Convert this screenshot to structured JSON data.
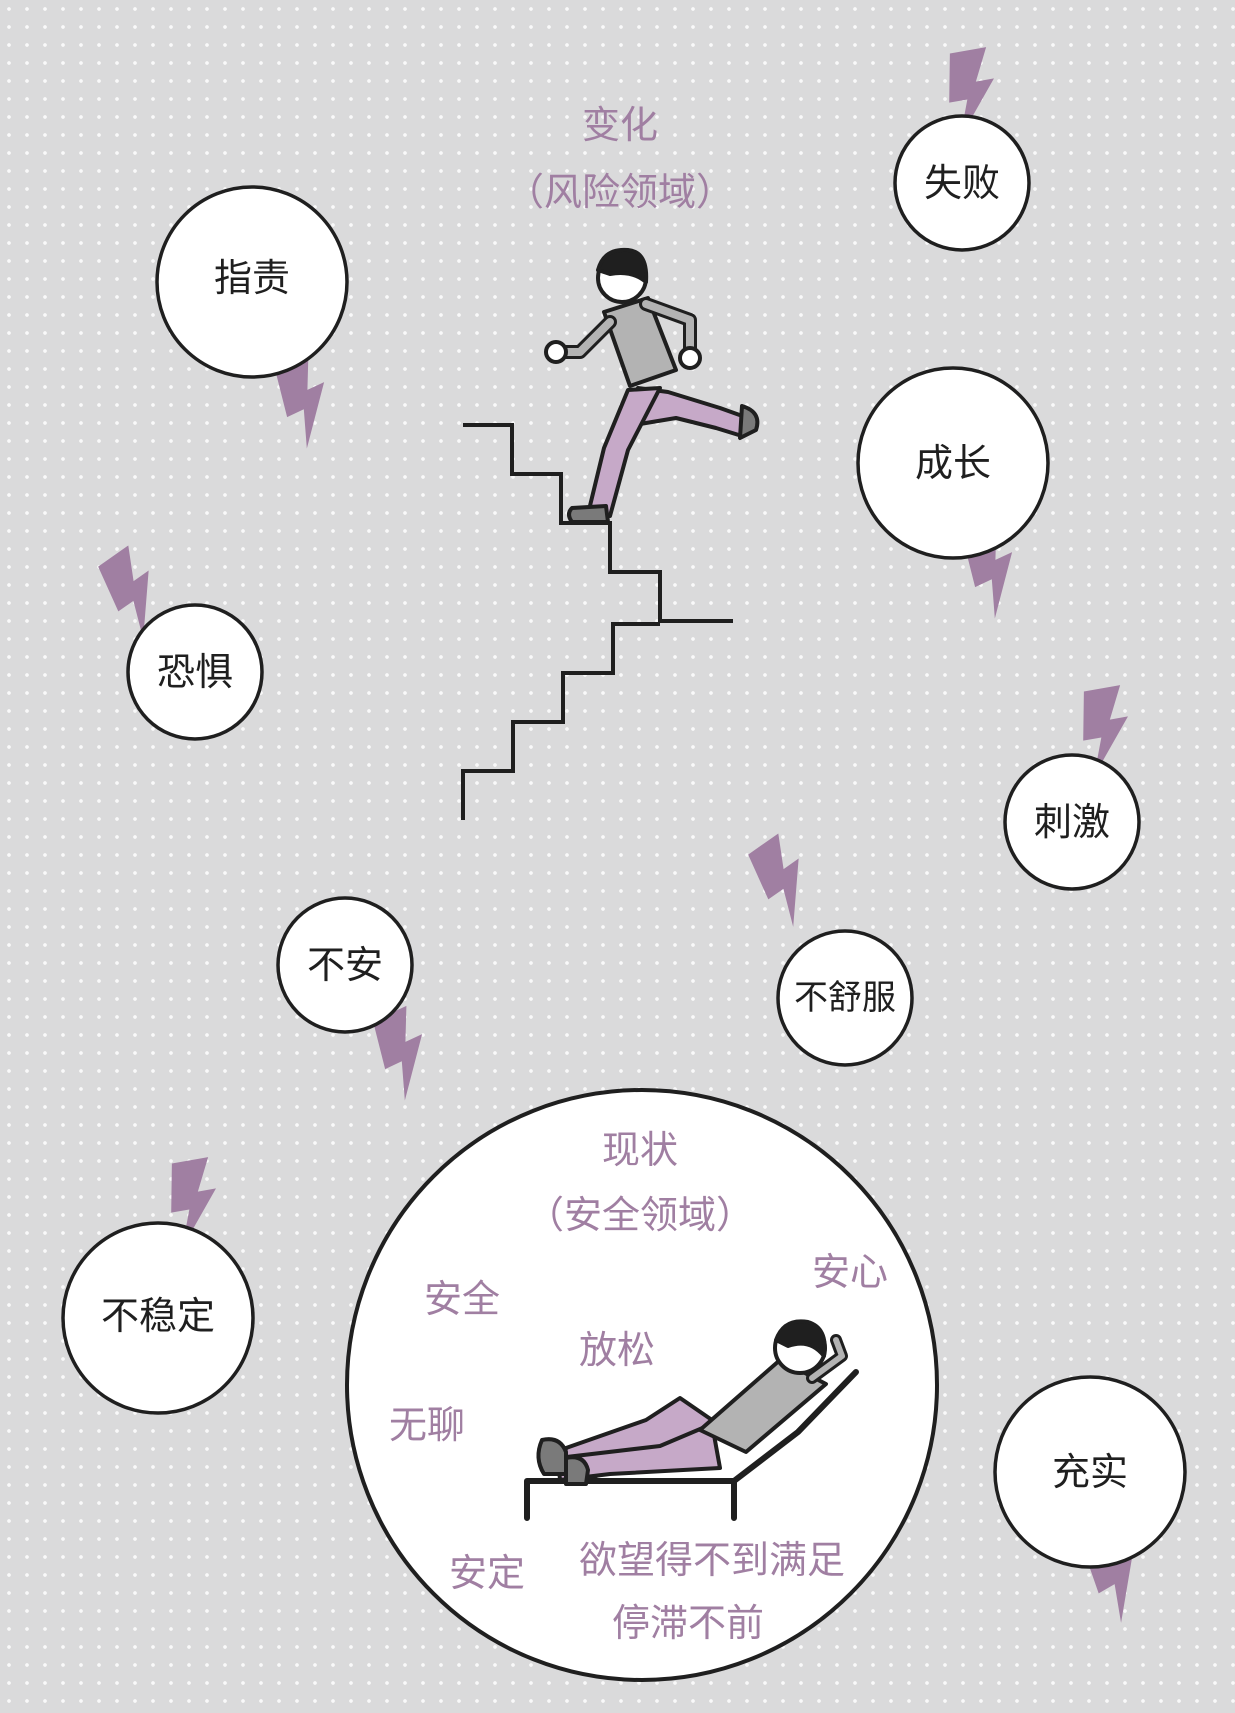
{
  "colors": {
    "background": "#dadadb",
    "accent": "#a07fa2",
    "bolt": "#a07fa2",
    "outline": "#1f1f1f",
    "shirt": "#b3b3b3",
    "pants": "#c6a9c8",
    "bubble_fill": "#ffffff"
  },
  "risk_zone": {
    "title": "变化",
    "subtitle": "（风险领域）"
  },
  "bubbles": {
    "blame": "指责",
    "failure": "失败",
    "growth": "成长",
    "fear": "恐惧",
    "excitement": "刺激",
    "anxiety": "不安",
    "discomfort": "不舒服",
    "instability": "不稳定",
    "fulfillment": "充实"
  },
  "safe_zone": {
    "title": "现状",
    "subtitle": "（安全领域）",
    "words": {
      "safety": "安全",
      "peace_of_mind": "安心",
      "relaxed": "放松",
      "boredom": "无聊",
      "stability": "安定",
      "unmet_desire": "欲望得不到满足",
      "stagnation": "停滞不前"
    }
  }
}
